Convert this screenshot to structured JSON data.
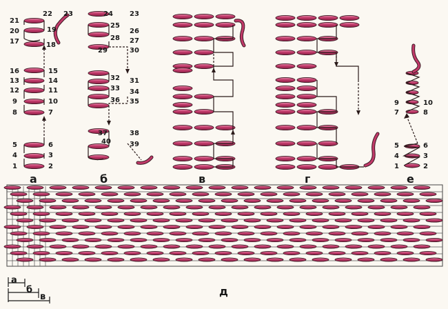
{
  "colors": {
    "stitch_fill": "#c23a6a",
    "stitch_highlight": "#e890b0",
    "stitch_outline": "#3a1a22",
    "thread": "#2a1a1a",
    "panel_border": "#444444",
    "background": "#fbf8f2"
  },
  "panels": {
    "a": {
      "label": "а",
      "numbers": [
        "1",
        "2",
        "3",
        "4",
        "5",
        "6",
        "7",
        "8",
        "9",
        "10",
        "11",
        "12",
        "13",
        "14",
        "15",
        "16",
        "17",
        "18",
        "19",
        "20",
        "21",
        "22",
        "23"
      ]
    },
    "b": {
      "label": "б",
      "numbers": [
        "23",
        "24",
        "25",
        "26",
        "27",
        "28",
        "29",
        "30",
        "31",
        "32",
        "33",
        "34",
        "35",
        "36",
        "37",
        "38",
        "39",
        "40"
      ]
    },
    "v": {
      "label": "в"
    },
    "g": {
      "label": "г"
    },
    "e": {
      "label": "е",
      "numbers": [
        "1",
        "2",
        "3",
        "4",
        "5",
        "6",
        "7",
        "8",
        "9",
        "10"
      ]
    },
    "d": {
      "label": "д",
      "scale_labels": [
        "а",
        "б",
        "в"
      ]
    }
  }
}
